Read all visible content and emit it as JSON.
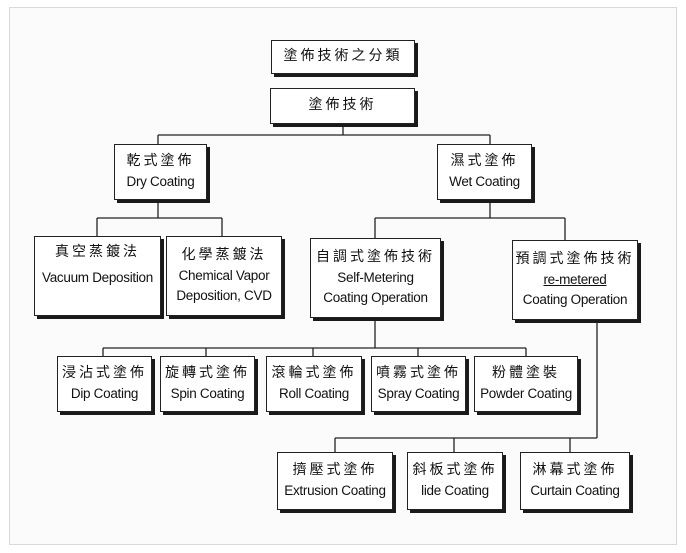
{
  "title": "塗佈技術之分類",
  "root": "塗佈技術",
  "dry": {
    "zh": "乾式塗佈",
    "en": "Dry Coating"
  },
  "wet": {
    "zh": "濕式塗佈",
    "en": "Wet Coating"
  },
  "vacuum": {
    "zh": "真空蒸鍍法",
    "en": "Vacuum Deposition"
  },
  "cvd": {
    "zh": "化學蒸鍍法",
    "en1": "Chemical Vapor",
    "en2": "Deposition, CVD"
  },
  "self": {
    "zh": "自調式塗佈技術",
    "en1": "Self-Metering",
    "en2": "Coating Operation"
  },
  "pre": {
    "zh": "預調式塗佈技術",
    "en1": "re-metered",
    "en2": "Coating Operation"
  },
  "dip": {
    "zh": "浸沾式塗佈",
    "en": "Dip Coating"
  },
  "spin": {
    "zh": "旋轉式塗佈",
    "en": "Spin Coating"
  },
  "roll": {
    "zh": "滾輪式塗佈",
    "en": "Roll Coating"
  },
  "spray": {
    "zh": "噴霧式塗佈",
    "en": "Spray Coating"
  },
  "powder": {
    "zh": "粉體塗裝",
    "en": "Powder Coating"
  },
  "extrusion": {
    "zh": "擠壓式塗佈",
    "en": "Extrusion Coating"
  },
  "slide": {
    "zh": "斜板式塗佈",
    "en": "lide Coating"
  },
  "curtain": {
    "zh": "淋幕式塗佈",
    "en": "Curtain Coating"
  }
}
